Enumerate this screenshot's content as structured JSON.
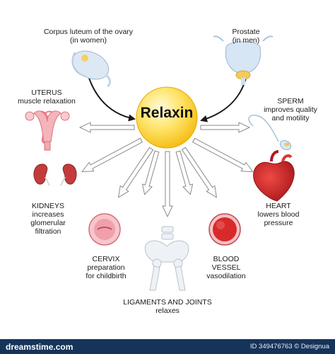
{
  "center": {
    "label": "Relaxin"
  },
  "sources": {
    "corpus": [
      "Corpus luteum of the ovary",
      "(in women)"
    ],
    "prostate": [
      "Prostate",
      "(in men)"
    ]
  },
  "targets": {
    "uterus": [
      "UTERUS",
      "muscle relaxation"
    ],
    "sperm": [
      "SPERM",
      "improves quality",
      "and motility"
    ],
    "kidneys": [
      "KIDNEYS",
      "increases",
      "glomerular",
      "filtration"
    ],
    "heart": [
      "HEART",
      "lowers blood",
      "pressure"
    ],
    "cervix": [
      "CERVIX",
      "preparation",
      "for childbirth"
    ],
    "vessel": [
      "BLOOD",
      "VESSEL",
      "vasodilation"
    ],
    "joints": [
      "LIGAMENTS AND JOINTS",
      "relaxes"
    ]
  },
  "footer": {
    "brand": "dreamstime.com",
    "id_line": "ID 349476763 © Designua"
  },
  "colors": {
    "sphere_core": "#fff6b0",
    "sphere_edge": "#f2b400",
    "arrow_black": "#1a1a1a",
    "arrow_hollow": "#7a7a7a",
    "organ_red": "#c81e1e",
    "organ_pink": "#f2a0a8",
    "footer_bg": "#16345a"
  }
}
